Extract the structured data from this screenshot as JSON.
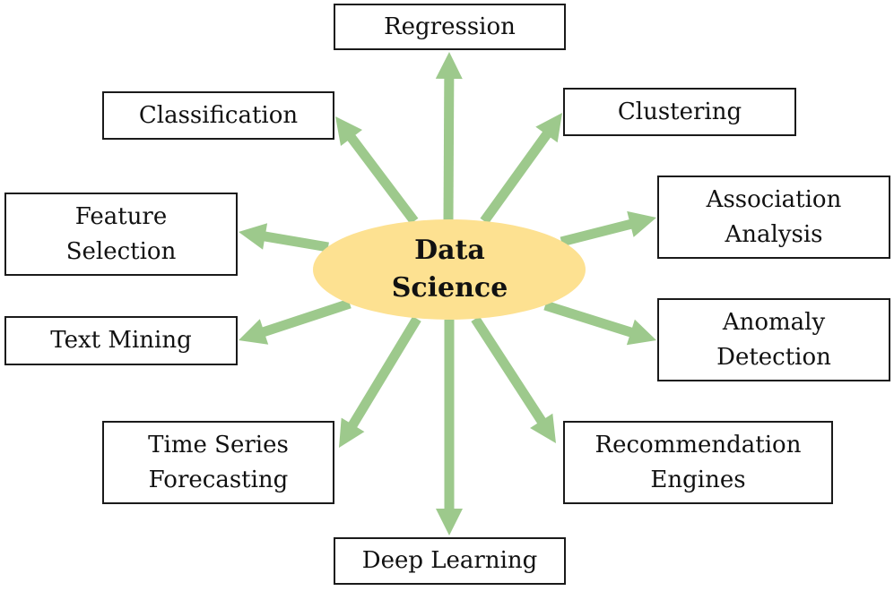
{
  "center": {
    "line1": "Data",
    "line2": "Science"
  },
  "nodes": [
    {
      "id": "regression",
      "lines": [
        "Regression"
      ]
    },
    {
      "id": "classification",
      "lines": [
        "Classification"
      ]
    },
    {
      "id": "clustering",
      "lines": [
        "Clustering"
      ]
    },
    {
      "id": "feature-selection",
      "lines": [
        "Feature",
        "Selection"
      ]
    },
    {
      "id": "association-analysis",
      "lines": [
        "Association",
        "Analysis"
      ]
    },
    {
      "id": "text-mining",
      "lines": [
        "Text Mining"
      ]
    },
    {
      "id": "anomaly-detection",
      "lines": [
        "Anomaly",
        "Detection"
      ]
    },
    {
      "id": "time-series-forecasting",
      "lines": [
        "Time Series",
        "Forecasting"
      ]
    },
    {
      "id": "recommendation-engines",
      "lines": [
        "Recommendation",
        "Engines"
      ]
    },
    {
      "id": "deep-learning",
      "lines": [
        "Deep Learning"
      ]
    }
  ],
  "colors": {
    "arrow": "#9dc98c",
    "ellipse": "#fde191",
    "box_border": "#1a1a1a",
    "text": "#111111"
  }
}
